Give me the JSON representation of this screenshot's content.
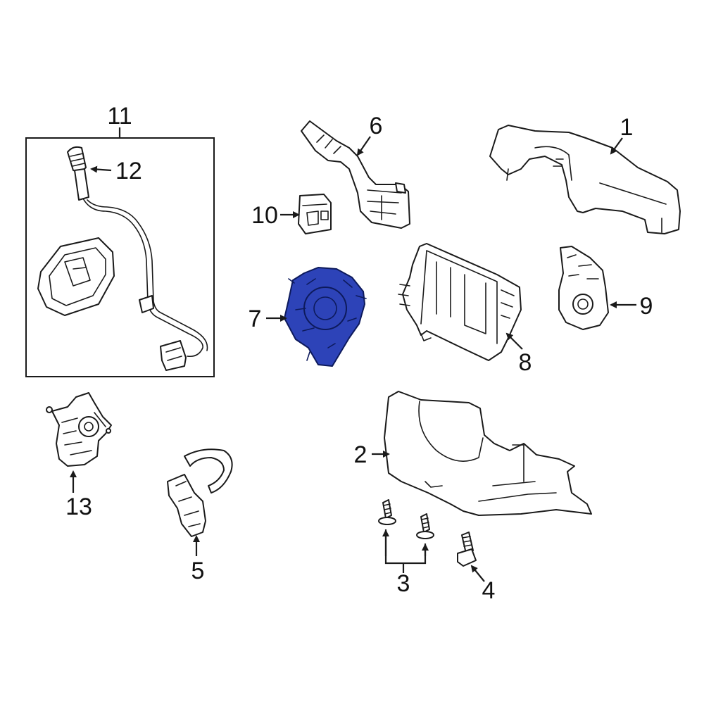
{
  "diagram": {
    "highlight_color": "#2d43b8",
    "callouts": [
      {
        "id": "c1",
        "text": "1"
      },
      {
        "id": "c2",
        "text": "2"
      },
      {
        "id": "c3",
        "text": "3"
      },
      {
        "id": "c4",
        "text": "4"
      },
      {
        "id": "c5",
        "text": "5"
      },
      {
        "id": "c6",
        "text": "6"
      },
      {
        "id": "c7",
        "text": "7"
      },
      {
        "id": "c8",
        "text": "8"
      },
      {
        "id": "c9",
        "text": "9"
      },
      {
        "id": "c10",
        "text": "10"
      },
      {
        "id": "c11",
        "text": "11"
      },
      {
        "id": "c12",
        "text": "12"
      },
      {
        "id": "c13",
        "text": "13"
      }
    ]
  }
}
